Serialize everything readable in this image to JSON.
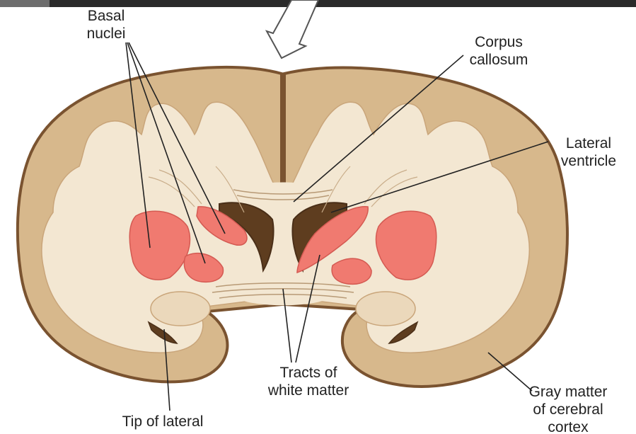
{
  "colors": {
    "background": "#ffffff",
    "brain_outline": "#7a5330",
    "white_matter": "#f3e7d2",
    "gray_matter": "#d7b88c",
    "ventricle": "#5e3d1f",
    "basal_nuclei": "#f07a70",
    "label_text": "#222222"
  },
  "labels": {
    "basal_nuclei": [
      "Basal",
      "nuclei"
    ],
    "corpus_callosum": [
      "Corpus",
      "callosum"
    ],
    "lateral_ventricle": [
      "Lateral",
      "ventricle"
    ],
    "tracts_of_white_matter": [
      "Tracts of",
      "white matter"
    ],
    "gray_matter": [
      "Gray matter",
      "of cerebral",
      "cortex"
    ],
    "tip_of_lateral": [
      "Tip of lateral"
    ]
  }
}
